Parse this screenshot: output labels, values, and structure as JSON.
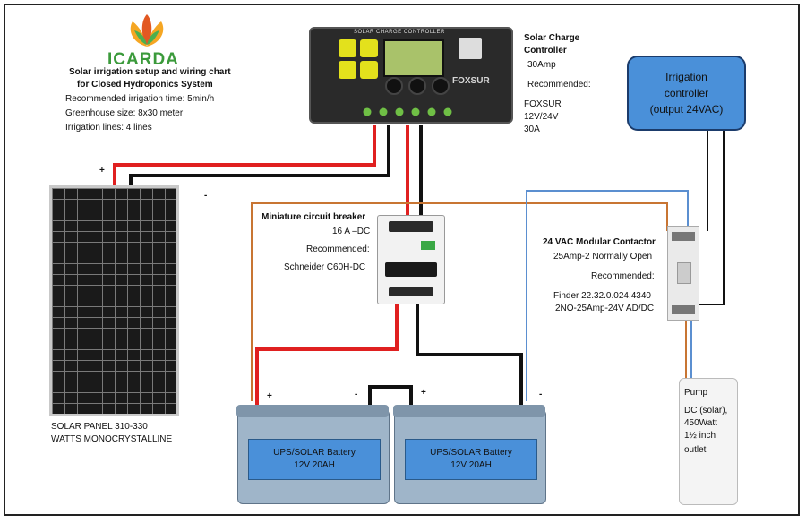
{
  "logo": {
    "text": "ICARDA"
  },
  "intro": {
    "title_line1": "Solar irrigation setup and wiring chart",
    "title_line2": "for Closed Hydroponics System",
    "line1": "Recommended irrigation time: 5min/h",
    "line2": "Greenhouse size: 8x30 meter",
    "line3": "Irrigation lines: 4 lines"
  },
  "controller": {
    "device_label": "SOLAR CHARGE CONTROLLER",
    "brand": "FOXSUR",
    "title_line1": "Solar Charge",
    "title_line2": "Controller",
    "rating": "30Amp",
    "recommended": "Recommended:",
    "model": "FOXSUR",
    "voltage": "12V/24V",
    "current": "30A"
  },
  "irrigation_controller": {
    "line1": "Irrigation",
    "line2": "controller",
    "line3": "(output 24VAC)"
  },
  "breaker": {
    "title": "Miniature circuit breaker",
    "rating": "16 A –DC",
    "recommended": "Recommended:",
    "model": "Schneider  C60H-DC"
  },
  "contactor": {
    "title": "24 VAC Modular Contactor",
    "rating": "25Amp-2 Normally Open",
    "recommended": "Recommended:",
    "model": "Finder 22.32.0.024.4340",
    "spec": "2NO-25Amp-24V AD/DC"
  },
  "solar_panel": {
    "line1": "SOLAR PANEL 310-330",
    "line2": "WATTS MONOCRYSTALLINE",
    "plus": "+",
    "minus": "-"
  },
  "batteries": [
    {
      "line1": "UPS/SOLAR Battery",
      "line2": "12V 20AH"
    },
    {
      "line1": "UPS/SOLAR Battery",
      "line2": "12V 20AH"
    }
  ],
  "terminals": {
    "b1_plus": "+",
    "b1_minus": "-",
    "b2_plus": "+",
    "b2_minus": "-"
  },
  "pump": {
    "line1": "Pump",
    "line2": "DC (solar),",
    "line3": "450Watt",
    "line4": "1½ inch",
    "line5": "outlet"
  },
  "colors": {
    "positive_wire": "#e02020",
    "negative_wire": "#111111",
    "ac_wire": "#c87533",
    "signal_wire": "#5b8fd0",
    "device_blue": "#4a90d9"
  }
}
